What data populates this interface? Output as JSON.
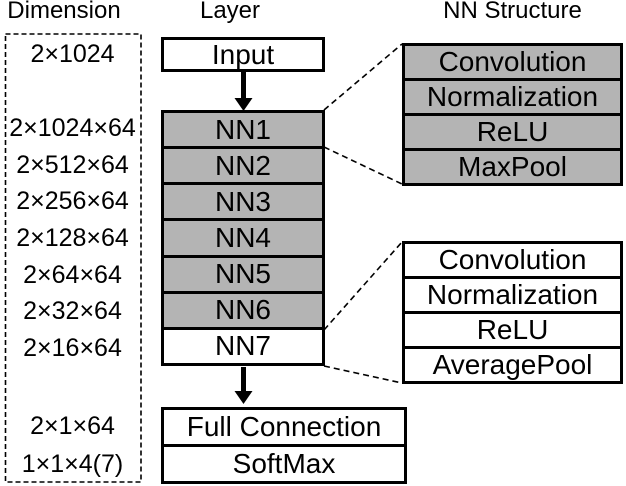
{
  "headers": {
    "dimension": "Dimension",
    "layer": "Layer",
    "nn_structure": "NN Structure"
  },
  "dimension_column": {
    "values": [
      "2×1024",
      "2×1024×64",
      "2×512×64",
      "2×256×64",
      "2×128×64",
      "2×64×64",
      "2×32×64",
      "2×16×64",
      "2×1×64",
      "1×1×4(7)"
    ]
  },
  "layer_column": {
    "input_label": "Input",
    "nn_blocks": [
      "NN1",
      "NN2",
      "NN3",
      "NN4",
      "NN5",
      "NN6",
      "NN7"
    ],
    "full_connection_label": "Full Connection",
    "softmax_label": "SoftMax"
  },
  "nn_structure_column": {
    "gray_block_rows": [
      "Convolution",
      "Normalization",
      "ReLU",
      "MaxPool"
    ],
    "white_block_rows": [
      "Convolution",
      "Normalization",
      "ReLU",
      "AveragePool"
    ]
  },
  "colors": {
    "block_fill_gray": "#b4b4b4",
    "block_fill_white": "#ffffff",
    "line_color": "#000000"
  }
}
